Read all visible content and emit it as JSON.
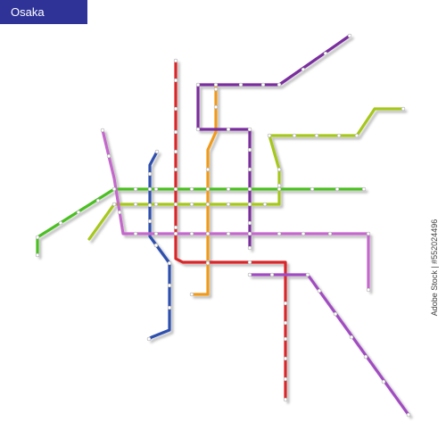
{
  "title": "Osaka",
  "lines": [
    {
      "id": "light-green",
      "color": "#a6c71a"
    },
    {
      "id": "green",
      "color": "#4bbf24"
    },
    {
      "id": "red",
      "color": "#d9262b"
    },
    {
      "id": "orange",
      "color": "#f09a1c"
    },
    {
      "id": "purple",
      "color": "#7a2f9e"
    },
    {
      "id": "violet",
      "color": "#a14bc2"
    },
    {
      "id": "blue",
      "color": "#2f4fae"
    },
    {
      "id": "magenta",
      "color": "#c468cc"
    }
  ],
  "watermark": "Adobe Stock | #552024496"
}
